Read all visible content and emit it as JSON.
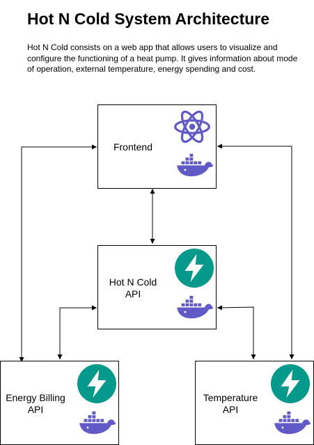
{
  "header": {
    "title": "Hot N Cold System Architecture",
    "description": "Hot N Cold consists on a web app that allows users to visualize and configure the functioning of a heat pump. It gives information about mode of operation, external temperature, energy spending and cost."
  },
  "nodes": {
    "frontend": {
      "label": "Frontend",
      "icons": [
        "react-icon",
        "docker-icon"
      ]
    },
    "api": {
      "label_lines": [
        "Hot N Cold",
        "API"
      ],
      "icons": [
        "fastapi-icon",
        "docker-icon"
      ]
    },
    "billing": {
      "label_lines": [
        "Energy Billing",
        "API"
      ],
      "icons": [
        "fastapi-icon",
        "docker-icon"
      ]
    },
    "temperature": {
      "label_lines": [
        "Temperature",
        "API"
      ],
      "icons": [
        "fastapi-icon",
        "docker-icon"
      ]
    }
  },
  "connections": [
    {
      "from": "frontend",
      "to": "api",
      "direction": "both"
    },
    {
      "from": "frontend",
      "to": "billing",
      "direction": "both"
    },
    {
      "from": "frontend",
      "to": "temperature",
      "direction": "both"
    },
    {
      "from": "api",
      "to": "billing",
      "direction": "both"
    },
    {
      "from": "api",
      "to": "temperature",
      "direction": "both"
    }
  ],
  "colors": {
    "react": "#6159c6",
    "docker": "#6159c6",
    "fastapi": "#05998b",
    "edge": "#000000"
  }
}
